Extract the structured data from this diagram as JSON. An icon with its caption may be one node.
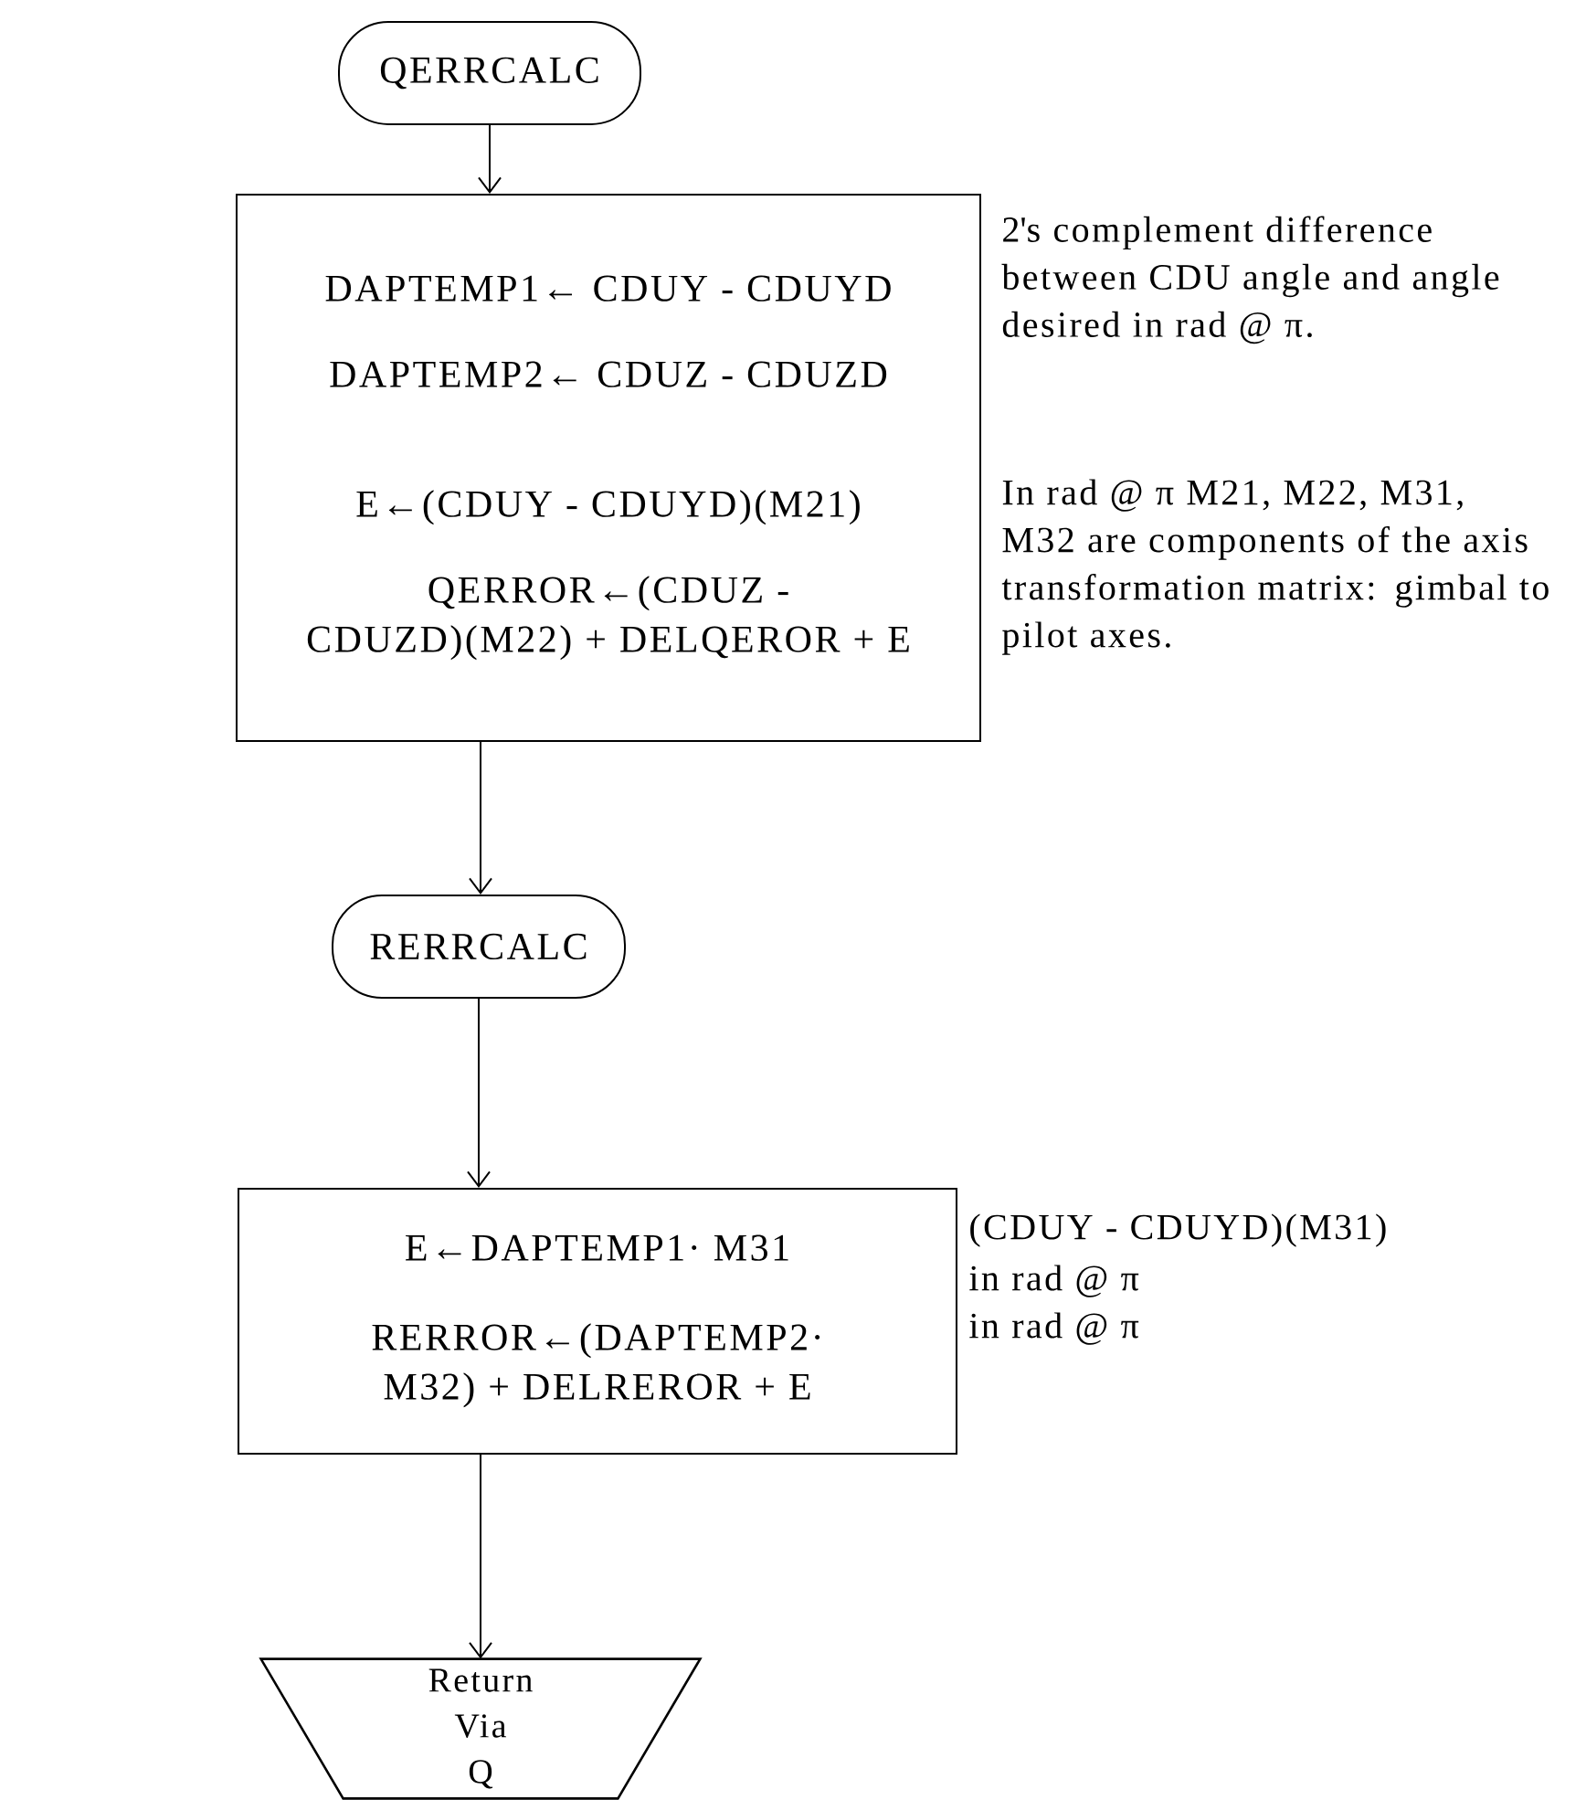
{
  "diagram": {
    "nodes": [
      {
        "text": [
          "QERRCALC"
        ]
      },
      {
        "text": [
          "DAPTEMP1← CDUY - CDUYD",
          "DAPTEMP2← CDUZ - CDUZD",
          "E←(CDUY - CDUYD)(M21)",
          "QERROR←(CDUZ - CDUZD)(M22) + DELQEROR + E"
        ],
        "beside": [
          "2's complement difference between CDU angle and angle desired in rad @ π.",
          "In rad @ π M21, M22, M31, M32 are components of the axis transformation matrix: gimbal to pilot axes."
        ]
      },
      {
        "text": [
          "RERRCALC"
        ]
      },
      {
        "text": [
          "E←DAPTEMP1· M31",
          "RERROR←(DAPTEMP2· M32) + DELREROR + E"
        ],
        "beside": [
          "(CDUY - CDUYD)(M31)",
          "in rad @ π",
          "in rad @ π"
        ]
      },
      {
        "text": [
          "Return Via Q"
        ]
      }
    ],
    "edges": [
      {
        "from": 0,
        "to": 1,
        "arrow": "to"
      },
      {
        "from": 1,
        "to": 2,
        "arrow": "to"
      },
      {
        "from": 2,
        "to": 3,
        "arrow": "to"
      },
      {
        "from": 3,
        "to": 4,
        "arrow": "to"
      }
    ]
  }
}
